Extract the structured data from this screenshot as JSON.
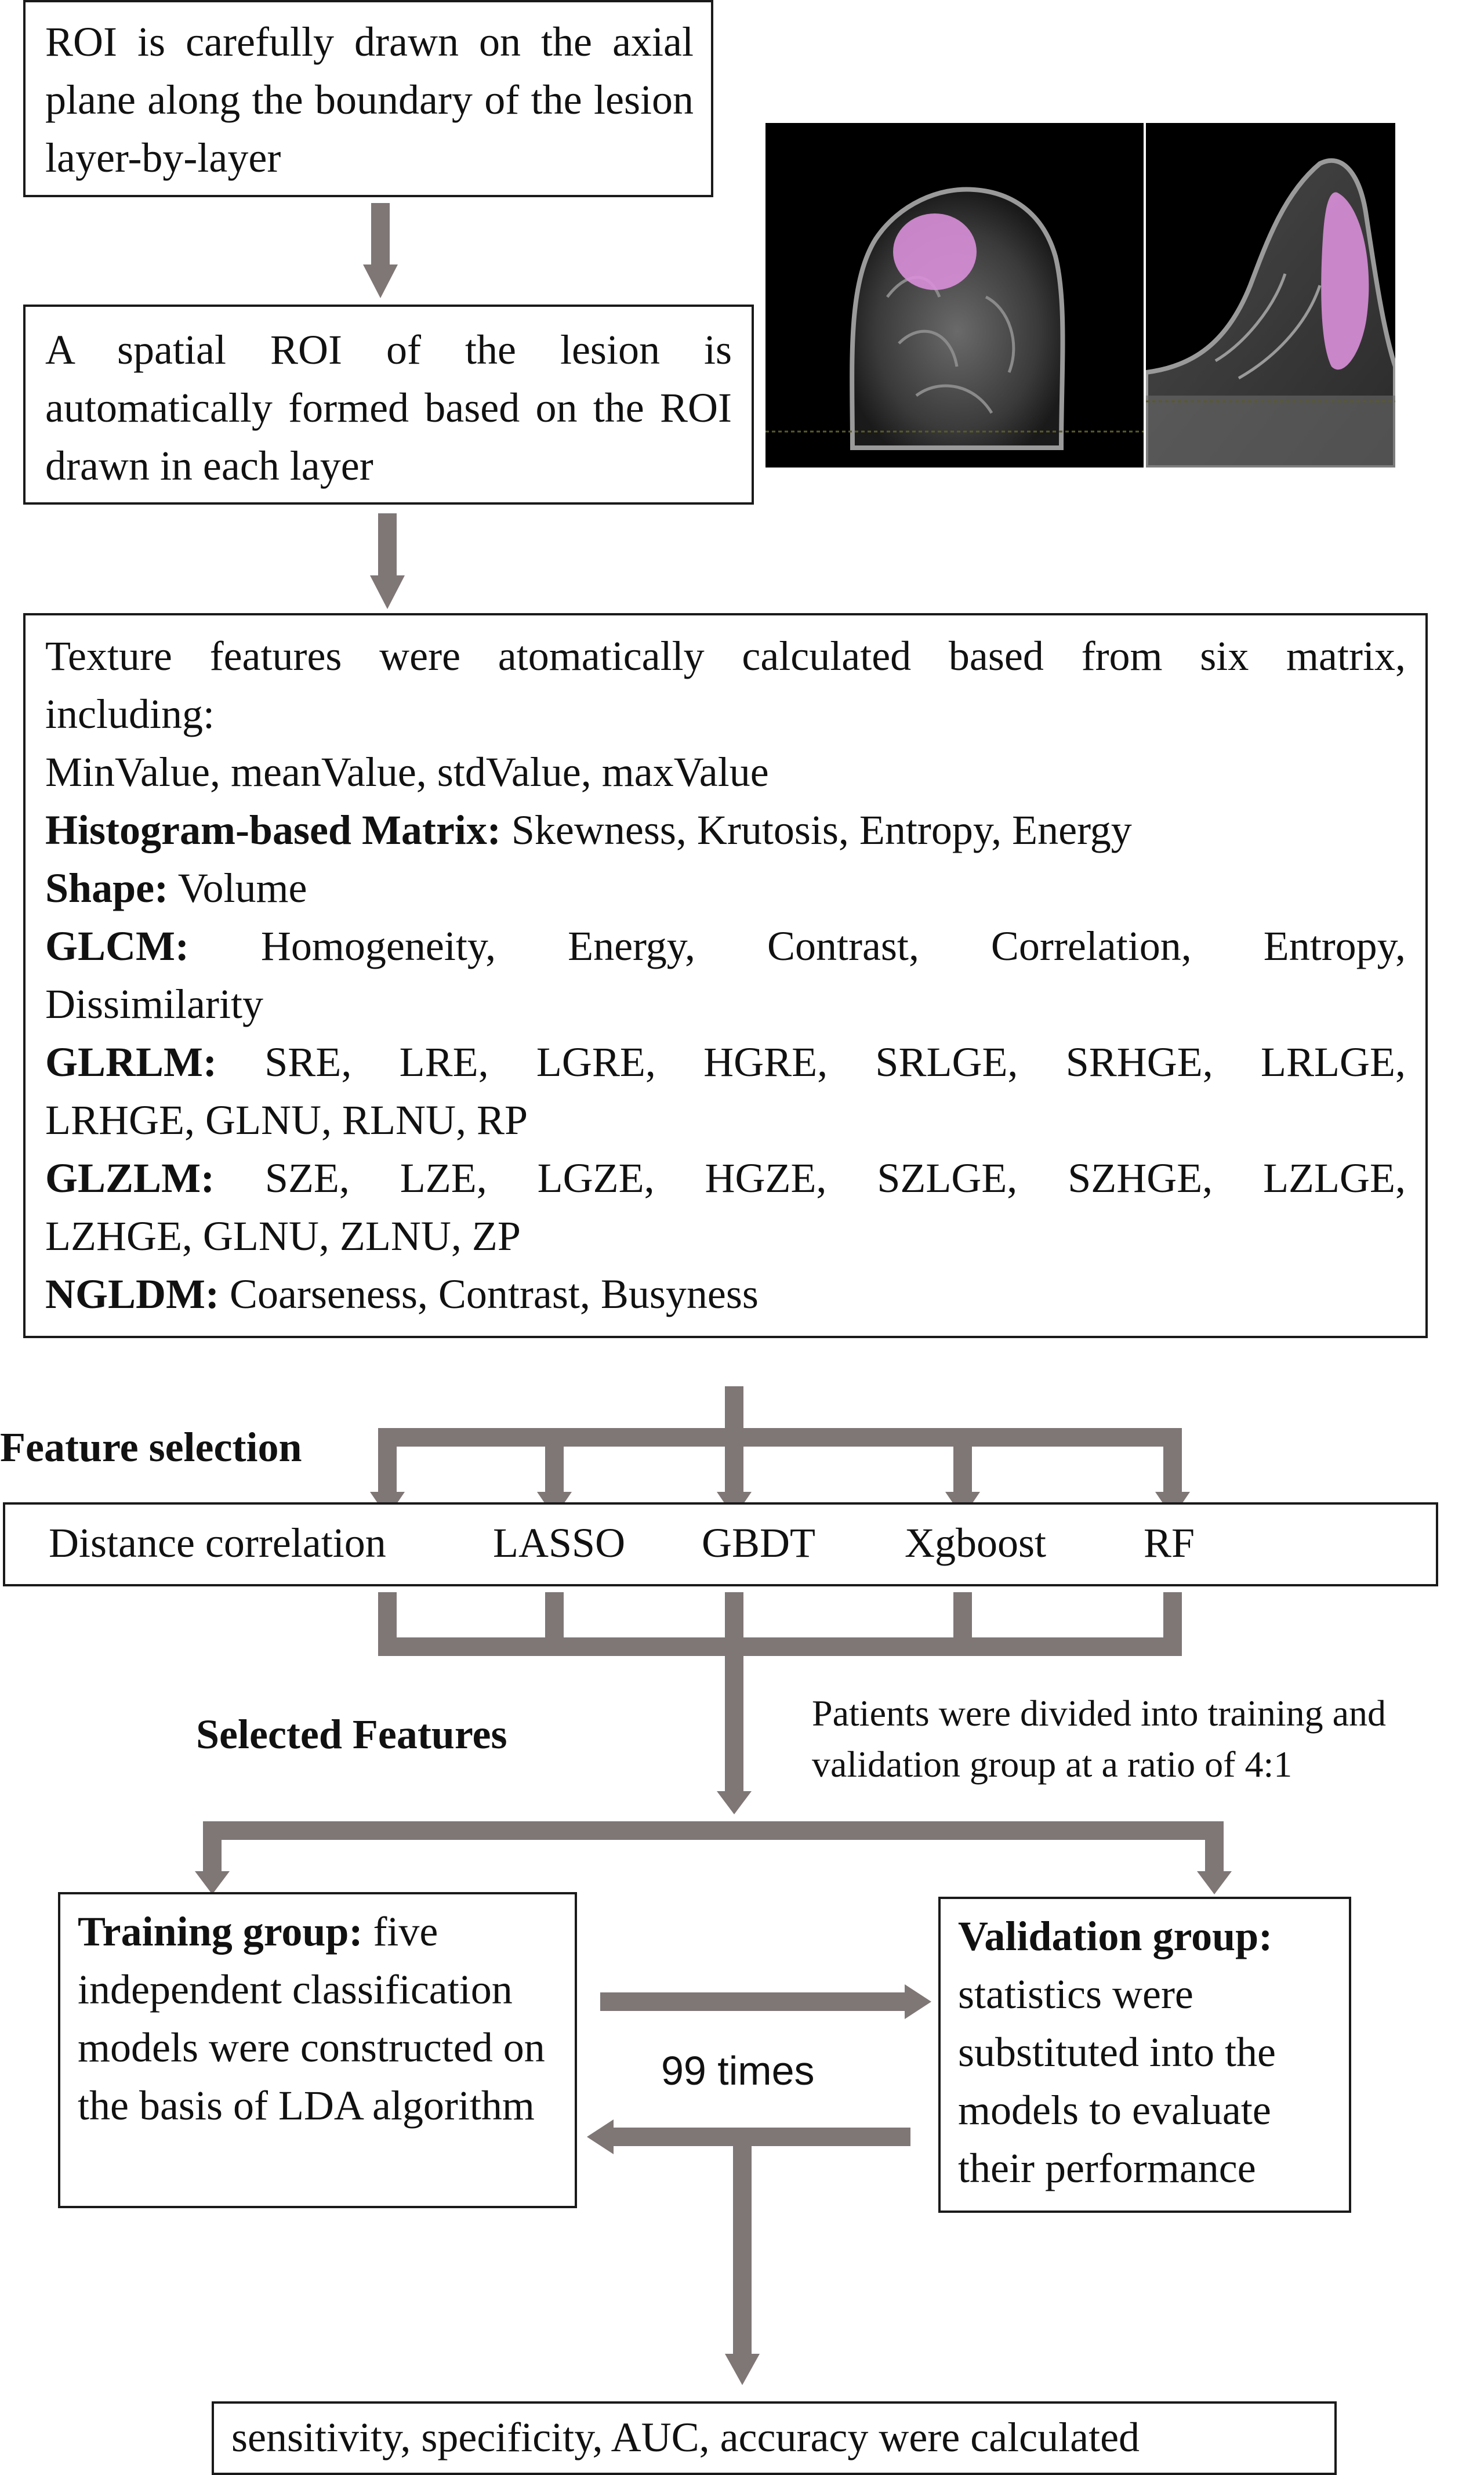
{
  "steps": {
    "roi_draw": "ROI is carefully drawn on the axial plane along the boundary of the lesion layer-by-layer",
    "roi_spatial": "A spatial ROI of the lesion is automatically formed based on the ROI drawn in each layer"
  },
  "features": {
    "intro_line1": "Texture features were atomatically calculated based from six matrix,",
    "intro_line2": "including:",
    "basic": "MinValue, meanValue, stdValue, maxValue",
    "histogram": {
      "label": "Histogram-based Matrix:",
      "text": " Skewness, Krutosis, Entropy, Energy"
    },
    "shape": {
      "label": "Shape:",
      "text": " Volume"
    },
    "glcm": {
      "label": "GLCM:",
      "text_line1": " Homogeneity, Energy, Contrast, Correlation, Entropy,",
      "text_line2": "Dissimilarity"
    },
    "glrlm": {
      "label": "GLRLM:",
      "text_line1": " SRE, LRE, LGRE, HGRE, SRLGE, SRHGE, LRLGE,",
      "text_line2": "LRHGE, GLNU, RLNU, RP"
    },
    "glzlm": {
      "label": "GLZLM:",
      "text_line1": " SZE, LZE, LGZE, HGZE, SZLGE, SZHGE, LZLGE,",
      "text_line2": "LZHGE, GLNU, ZLNU, ZP"
    },
    "ngldm": {
      "label": "NGLDM:",
      "text": " Coarseness, Contrast, Busyness"
    }
  },
  "selection": {
    "heading": "Feature selection",
    "methods": [
      "Distance correlation",
      "LASSO",
      "GBDT",
      "Xgboost",
      "RF"
    ],
    "selected_label": "Selected Features",
    "split_note_line1": "Patients were divided into training and",
    "split_note_line2": "validation group at a ratio of 4:1"
  },
  "training": {
    "label": "Training group:",
    "text": " five independent classification models were constructed on the basis of  LDA algorithm"
  },
  "validation": {
    "label": "Validation group:",
    "text": " statistics were substituted into the models to evaluate their performance"
  },
  "iterations": "99 times",
  "result": "sensitivity, specificity, AUC, accuracy were calculated",
  "colors": {
    "arrow": "#7f7676",
    "border": "#1a1a1a",
    "roi_overlay": "#d98fd9"
  }
}
